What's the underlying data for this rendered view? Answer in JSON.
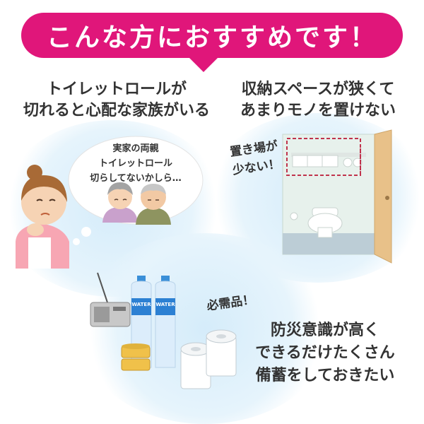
{
  "banner": {
    "title": "こんな方におすすめです！"
  },
  "panel1": {
    "caption": [
      "トイレットロールが",
      "切れると心配な家族がいる"
    ],
    "bubble": [
      "実家の両親",
      "トイレットロール",
      "切らしてないかしら…"
    ]
  },
  "panel2": {
    "caption": [
      "収納スペースが狭くて",
      "あまりモノを置けない"
    ],
    "tag": [
      "置き場が",
      "少ない！"
    ]
  },
  "panel3": {
    "tag": "必需品！",
    "bottle_label": "WATER",
    "caption": [
      "防災意識が高く",
      "できるだけたくさん",
      "備蓄をしておきたい"
    ]
  },
  "colors": {
    "accent": "#e0167a",
    "glow": "#d5ecfa",
    "text": "#333333"
  }
}
